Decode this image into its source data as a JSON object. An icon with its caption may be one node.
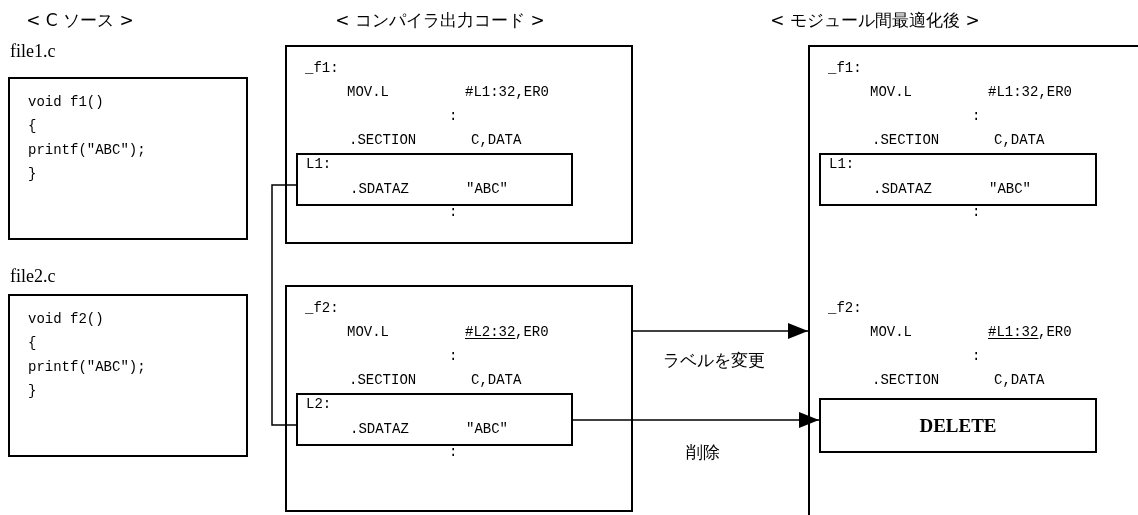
{
  "diagram": {
    "nodes": [
      {
        "text": [
          "file1.c",
          "void f1()",
          "{",
          "printf(\"ABC\");",
          "}"
        ]
      },
      {
        "text": [
          "file2.c",
          "void f2()",
          "{",
          "printf(\"ABC\");",
          "}"
        ]
      },
      {
        "text": [
          "_f1:",
          "MOV.L",
          "#L1:32,ER0",
          ":",
          ".SECTION",
          "C,DATA",
          ":"
        ]
      },
      {
        "text": [
          "L1:",
          ".SDATAZ",
          "\"ABC\""
        ],
        "in": 2
      },
      {
        "text": [
          "_f2:",
          "MOV.L",
          "#L2:32",
          ",ER0",
          ":",
          ".SECTION",
          "C,DATA",
          ":"
        ]
      },
      {
        "text": [
          "L2:",
          ".SDATAZ",
          "\"ABC\""
        ],
        "in": 4
      },
      {
        "text": [
          "_f1:",
          "MOV.L",
          "#L1:32,ER0",
          ":",
          ".SECTION",
          "C,DATA",
          ":",
          "_f2:",
          "MOV.L",
          "#L1:32",
          ",ER0",
          ":",
          ".SECTION",
          "C,DATA"
        ]
      },
      {
        "text": [
          "L1:",
          ".SDATAZ",
          "\"ABC\""
        ],
        "in": 6
      },
      {
        "text": [
          "DELETE"
        ],
        "in": 6
      }
    ],
    "edges": [
      {
        "from": 3,
        "to": 5,
        "arrow": "none"
      },
      {
        "from": 4,
        "to": 6,
        "arrow": "to",
        "label": "ラベルを変更"
      },
      {
        "from": 5,
        "to": 8,
        "arrow": "to",
        "label": "削除"
      }
    ],
    "labels": [
      "< C ソース >",
      "< コンパイラ出力コード >",
      "< モジュール間最適化後 >"
    ]
  }
}
